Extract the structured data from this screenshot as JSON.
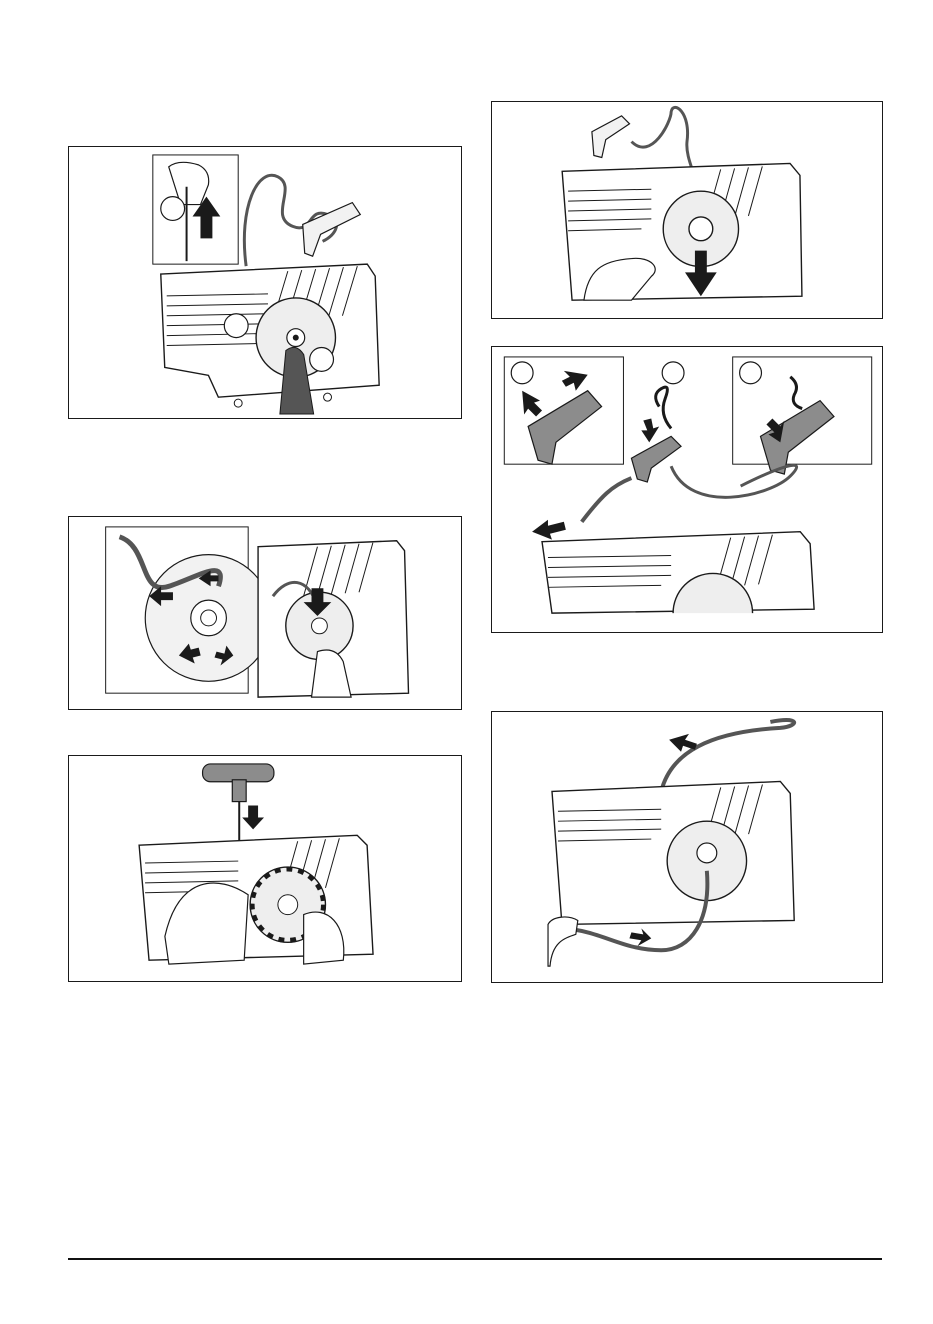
{
  "page": {
    "figures": [
      {
        "id": "fig-1",
        "description_icons": [
          "starter-housing",
          "handle-icon",
          "cord",
          "thumb",
          "arrow-up-icon"
        ],
        "callouts": [
          "",
          "",
          ""
        ]
      },
      {
        "id": "fig-2",
        "description_icons": [
          "starter-pulley",
          "cord-loop",
          "arrow-icon"
        ]
      },
      {
        "id": "fig-3",
        "description_icons": [
          "starter-housing",
          "handle-icon",
          "hands",
          "rotate-arrow-icon"
        ]
      },
      {
        "id": "fig-4",
        "description_icons": [
          "starter-housing",
          "handle-icon",
          "hand",
          "arrow-down-icon"
        ]
      },
      {
        "id": "fig-5",
        "description_icons": [
          "handle-icon",
          "knot",
          "arrow-icon"
        ],
        "callouts": [
          "",
          "",
          ""
        ]
      },
      {
        "id": "fig-6",
        "description_icons": [
          "starter-housing",
          "cord",
          "hand",
          "arrow-icon"
        ]
      }
    ],
    "colors": {
      "ink": "#1a1a1a",
      "gray": "#8c8c8c",
      "light": "#dcdcdc"
    }
  }
}
